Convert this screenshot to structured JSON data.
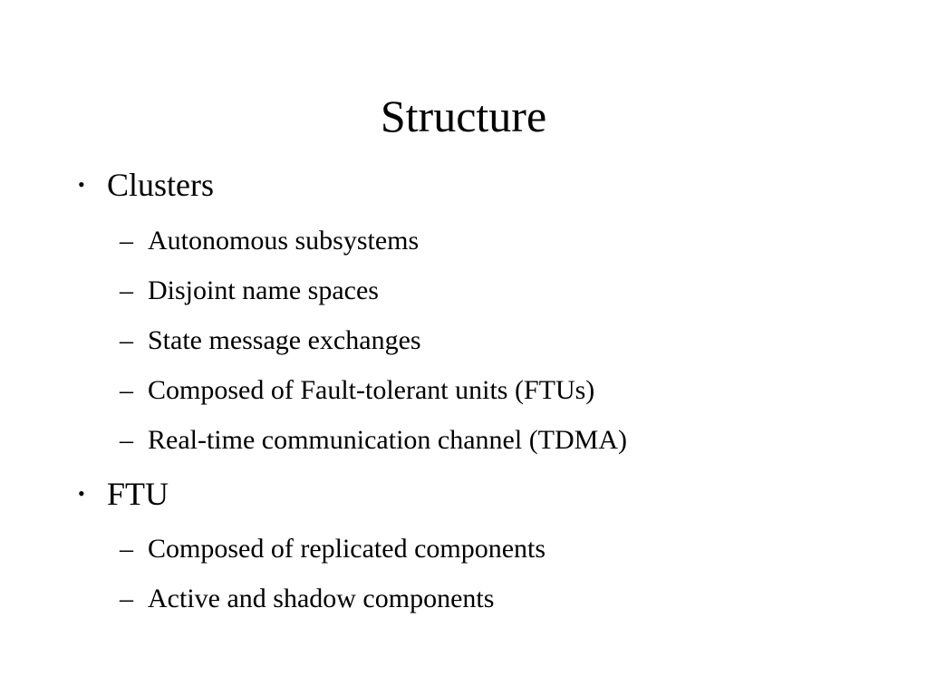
{
  "slide": {
    "title": "Structure",
    "bullet_glyph": "•",
    "dash_glyph": "–",
    "items": [
      {
        "label": "Clusters",
        "subitems": [
          "Autonomous subsystems",
          "Disjoint name spaces",
          "State message exchanges",
          "Composed of Fault-tolerant units (FTUs)",
          "Real-time communication channel (TDMA)"
        ]
      },
      {
        "label": "FTU",
        "subitems": [
          "Composed of replicated components",
          "Active and shadow components"
        ]
      }
    ]
  }
}
